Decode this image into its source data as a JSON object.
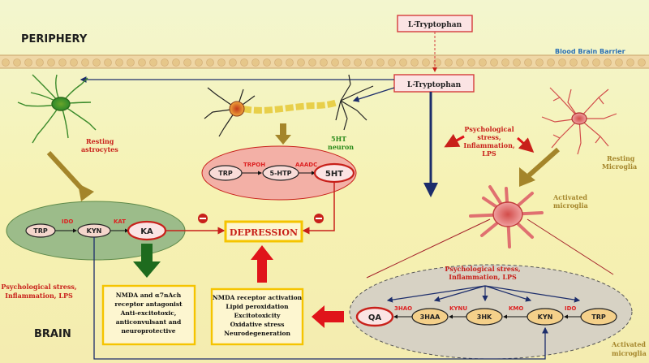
{
  "regions": {
    "periphery": "PERIPHERY",
    "brain": "BRAIN",
    "bbb": "Blood Brain Barrier"
  },
  "tryptophan": {
    "top": "L-Tryptophan",
    "brain": "L-Tryptophan"
  },
  "neuron": {
    "label_line1": "5HT",
    "label_line2": "neuron",
    "pathway": {
      "nodes": [
        "TRP",
        "5-HTP",
        "5HT"
      ],
      "enzymes": [
        "TRPOH",
        "AAADC"
      ]
    }
  },
  "astrocyte": {
    "label_line1": "Resting",
    "label_line2": "astrocytes",
    "pathway": {
      "nodes": [
        "TRP",
        "KYN",
        "KA"
      ],
      "enzymes": [
        "IDO",
        "KAT"
      ]
    },
    "effects": [
      "NMDA and α7nAch",
      "receptor antagonist",
      "Anti-excitotoxic,",
      "anticonvulsant and",
      "neuroprotective"
    ]
  },
  "depression": "DEPRESSION",
  "stress_left": [
    "Psychological stress,",
    "Inflammation, LPS"
  ],
  "stress_top": [
    "Psychological",
    "stress,",
    "Inflammation,",
    "LPS"
  ],
  "stress_inner": [
    "Psychological stress,",
    "Inflammation, LPS"
  ],
  "microglia": {
    "resting_line1": "Resting",
    "resting_line2": "Microglia",
    "activated_line1": "Activated",
    "activated_line2": "microglia",
    "activated_bottom_line1": "Activated",
    "activated_bottom_line2": "microglia",
    "pathway": {
      "nodes": [
        "QA",
        "3HAA",
        "3HK",
        "KYN",
        "TRP"
      ],
      "enzymes": [
        "3HAO",
        "KYNU",
        "KMO",
        "IDO"
      ]
    }
  },
  "qa_effects": [
    "NMDA receptor activation",
    "Lipid peroxidation",
    "Excitotoxicity",
    "Oxidative stress",
    "Neurodegeneration"
  ],
  "colors": {
    "red": "#c8201a",
    "navy": "#1c2d6b",
    "olive": "#a4852a",
    "green_arrow": "#1e6b1e",
    "depression_box": "#f5c400"
  }
}
